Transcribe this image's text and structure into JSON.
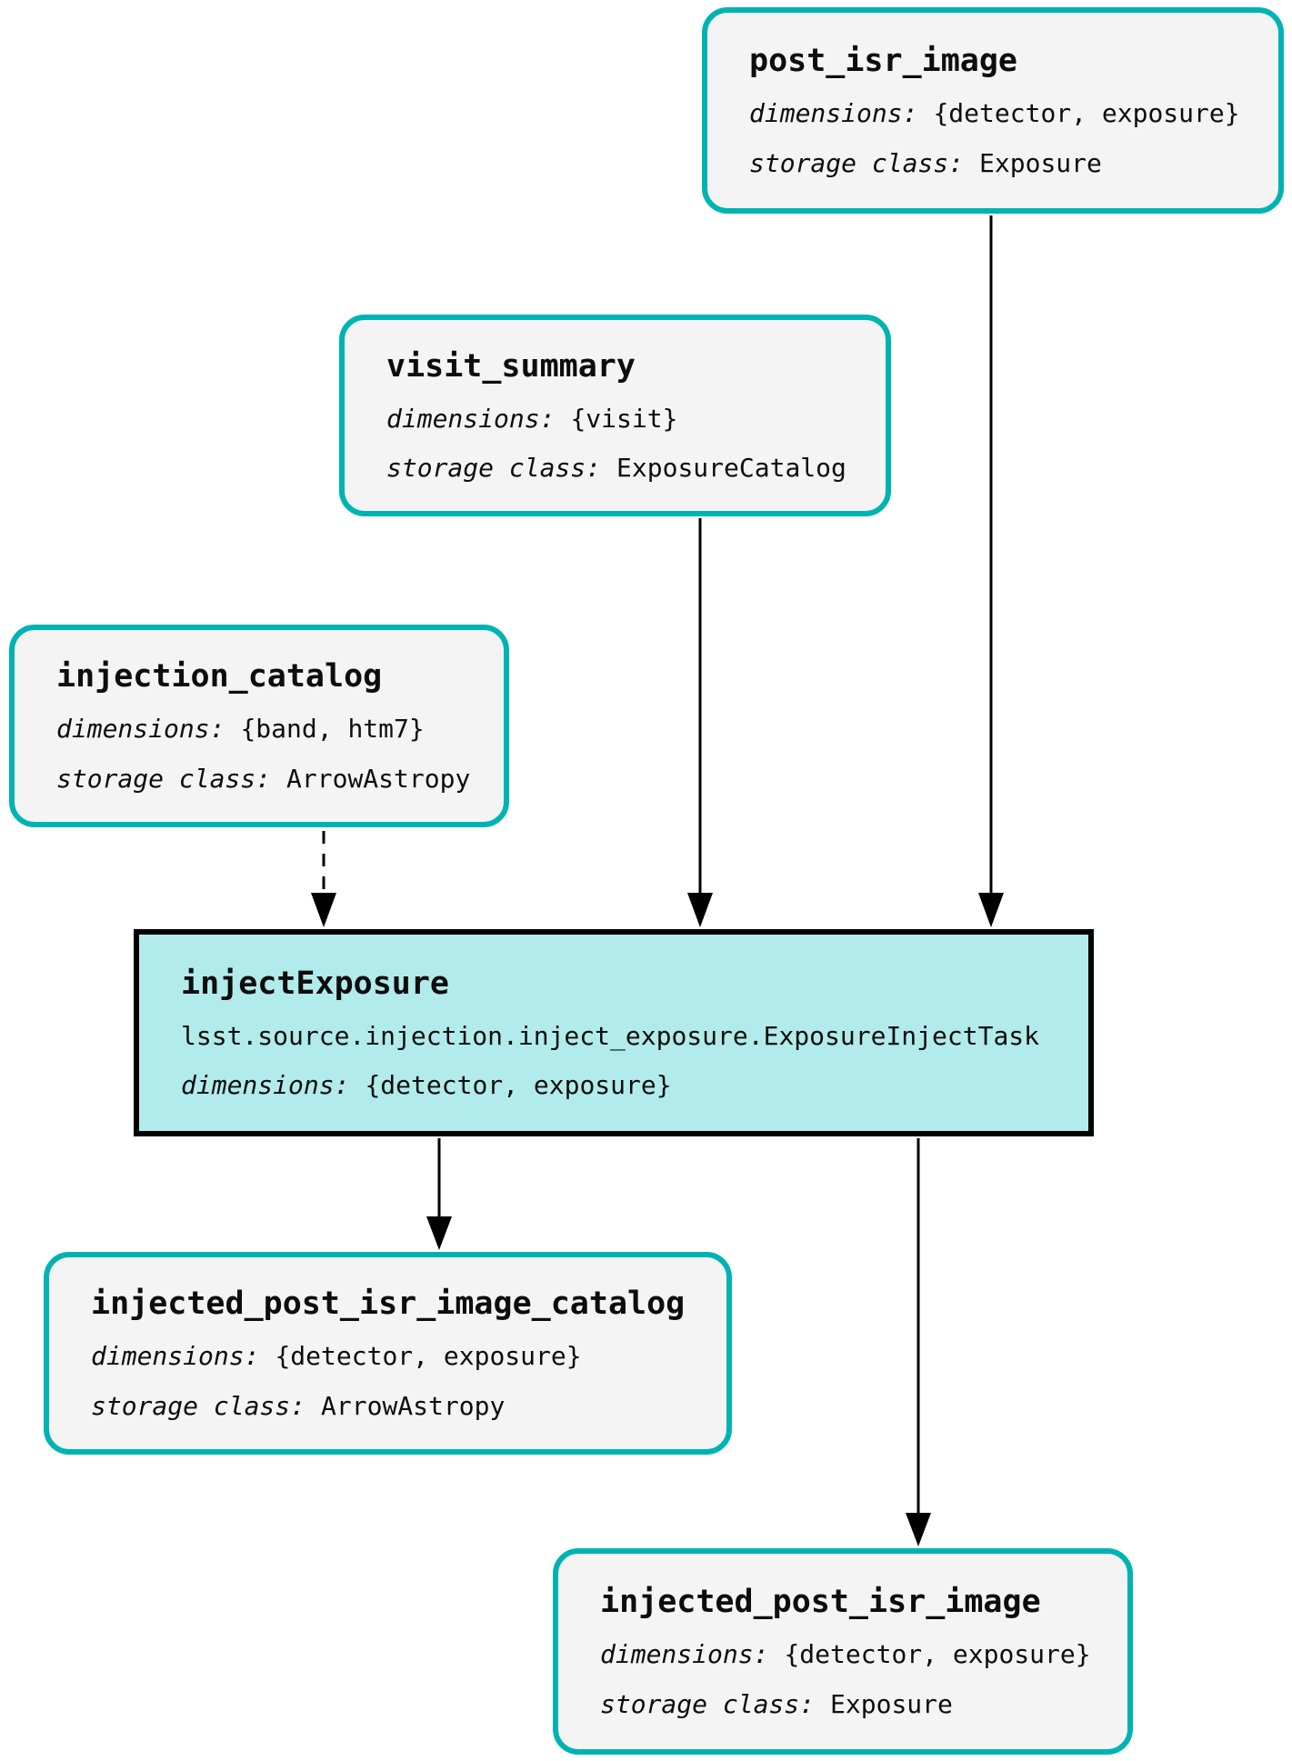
{
  "colors": {
    "background": "#ffffff",
    "dataset_border": "#00b3b3",
    "dataset_fill": "#f4f4f4",
    "task_border": "#000000",
    "task_fill": "#b2ebeb",
    "edge": "#000000",
    "text": "#0d0d0d"
  },
  "diagram": {
    "type": "pipeline-task-graph",
    "nodes": [
      {
        "id": "post_isr_image",
        "kind": "dataset",
        "title": "post_isr_image",
        "dimensions_label": "dimensions:",
        "dimensions_value": "{detector, exposure}",
        "storage_label": "storage class:",
        "storage_value": "Exposure"
      },
      {
        "id": "visit_summary",
        "kind": "dataset",
        "title": "visit_summary",
        "dimensions_label": "dimensions:",
        "dimensions_value": "{visit}",
        "storage_label": "storage class:",
        "storage_value": "ExposureCatalog"
      },
      {
        "id": "injection_catalog",
        "kind": "dataset",
        "title": "injection_catalog",
        "dimensions_label": "dimensions:",
        "dimensions_value": "{band, htm7}",
        "storage_label": "storage class:",
        "storage_value": "ArrowAstropy"
      },
      {
        "id": "injectExposure",
        "kind": "task",
        "title": "injectExposure",
        "task_class": "lsst.source.injection.inject_exposure.ExposureInjectTask",
        "dimensions_label": "dimensions:",
        "dimensions_value": "{detector, exposure}"
      },
      {
        "id": "injected_post_isr_image_catalog",
        "kind": "dataset",
        "title": "injected_post_isr_image_catalog",
        "dimensions_label": "dimensions:",
        "dimensions_value": "{detector, exposure}",
        "storage_label": "storage class:",
        "storage_value": "ArrowAstropy"
      },
      {
        "id": "injected_post_isr_image",
        "kind": "dataset",
        "title": "injected_post_isr_image",
        "dimensions_label": "dimensions:",
        "dimensions_value": "{detector, exposure}",
        "storage_label": "storage class:",
        "storage_value": "Exposure"
      }
    ],
    "edges": [
      {
        "from": "injection_catalog",
        "to": "injectExposure",
        "style": "dashed"
      },
      {
        "from": "visit_summary",
        "to": "injectExposure",
        "style": "solid"
      },
      {
        "from": "post_isr_image",
        "to": "injectExposure",
        "style": "solid"
      },
      {
        "from": "injectExposure",
        "to": "injected_post_isr_image_catalog",
        "style": "solid"
      },
      {
        "from": "injectExposure",
        "to": "injected_post_isr_image",
        "style": "solid"
      }
    ]
  }
}
